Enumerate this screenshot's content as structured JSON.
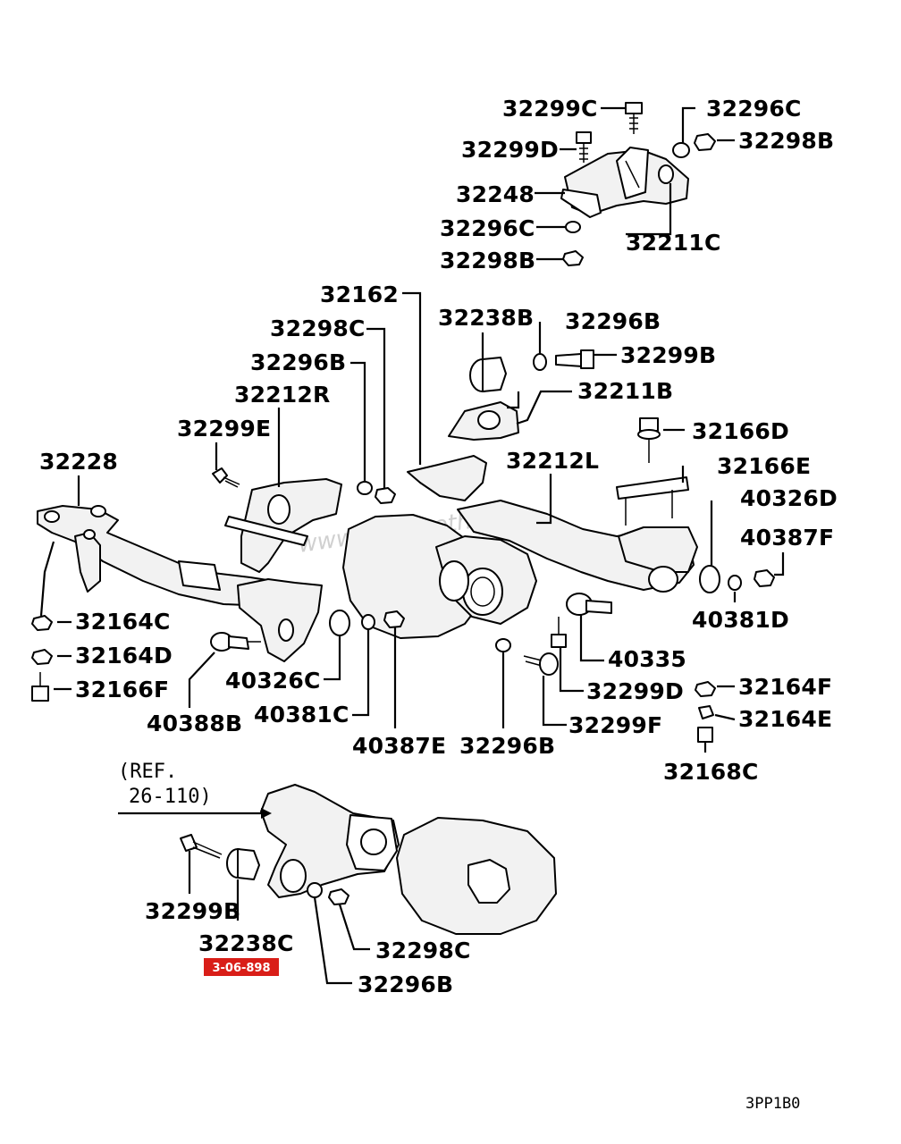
{
  "watermark": "www.polyurethan.ru",
  "reference": {
    "line1": "(REF.",
    "line2": "26-110)"
  },
  "diagram_code": "3PP1B0",
  "highlight": {
    "text": "3-06-898",
    "color": "#d91e18"
  },
  "labels": {
    "l_32299C_top": "32299C",
    "l_32296C_top": "32296C",
    "l_32299D_top": "32299D",
    "l_32298B_topright": "32298B",
    "l_32248": "32248",
    "l_32296C_mid": "32296C",
    "l_32211C": "32211C",
    "l_32298B_mid": "32298B",
    "l_32162": "32162",
    "l_32238B": "32238B",
    "l_32296B_top": "32296B",
    "l_32298C_left": "32298C",
    "l_32299B_top": "32299B",
    "l_32296B_left": "32296B",
    "l_32211B": "32211B",
    "l_32212R": "32212R",
    "l_32166D": "32166D",
    "l_32299E": "32299E",
    "l_32212L": "32212L",
    "l_32228": "32228",
    "l_32166E": "32166E",
    "l_40326D": "40326D",
    "l_40387F": "40387F",
    "l_32164C": "32164C",
    "l_40381D": "40381D",
    "l_32164D": "32164D",
    "l_40335": "40335",
    "l_40326C": "40326C",
    "l_32166F": "32166F",
    "l_32299D_bottom": "32299D",
    "l_32164F": "32164F",
    "l_40381C": "40381C",
    "l_40388B": "40388B",
    "l_32299F": "32299F",
    "l_32164E": "32164E",
    "l_40387E": "40387E",
    "l_32296B_bottom": "32296B",
    "l_32168C": "32168C",
    "l_32299B_bottom": "32299B",
    "l_32238C": "32238C",
    "l_32298C_bottom": "32298C",
    "l_32296B_lowest": "32296B"
  }
}
